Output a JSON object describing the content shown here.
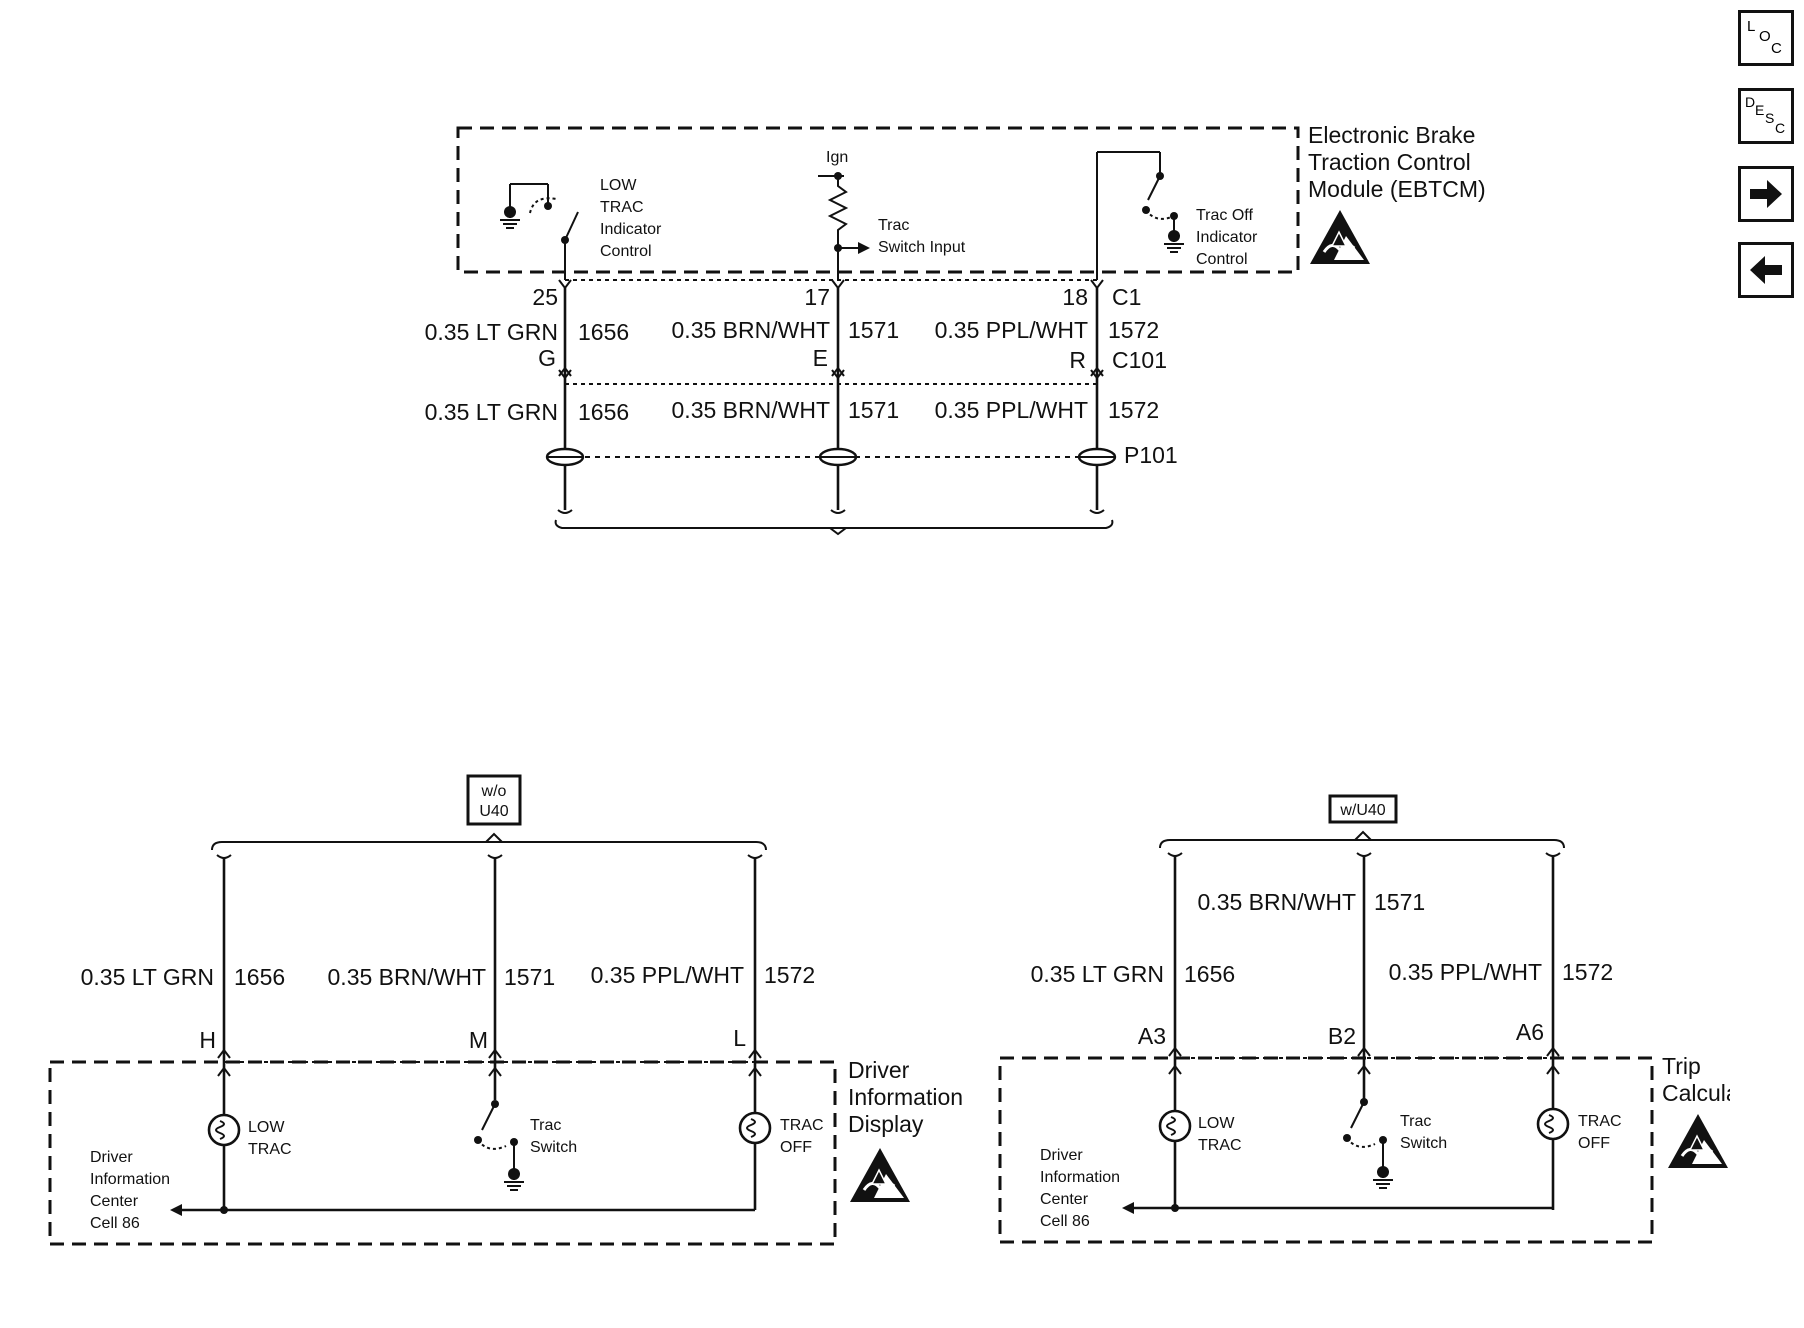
{
  "nav": {
    "loc_label": [
      "L",
      "O",
      "C"
    ],
    "desc_label": [
      "D",
      "E",
      "S",
      "C"
    ],
    "next_icon": "arrow-right-icon",
    "prev_icon": "arrow-left-icon"
  },
  "ebtcm": {
    "title": [
      "Electronic Brake",
      "Traction Control",
      "Module (EBTCM)"
    ],
    "ign": "Ign",
    "low_trac_ctrl": [
      "LOW",
      "TRAC",
      "Indicator",
      "Control"
    ],
    "trac_switch_input": [
      "Trac",
      "Switch Input"
    ],
    "trac_off_ctrl": [
      "Trac Off",
      "Indicator",
      "Control"
    ],
    "pins": [
      "25",
      "17",
      "18"
    ],
    "connector": "C1"
  },
  "wires_upper": [
    {
      "color": "0.35 LT GRN",
      "circuit": "1656"
    },
    {
      "color": "0.35 BRN/WHT",
      "circuit": "1571"
    },
    {
      "color": "0.35 PPL/WHT",
      "circuit": "1572"
    }
  ],
  "c101": {
    "pins": [
      "G",
      "E",
      "R"
    ],
    "name": "C101"
  },
  "wires_mid": [
    {
      "color": "0.35 LT GRN",
      "circuit": "1656"
    },
    {
      "color": "0.35 BRN/WHT",
      "circuit": "1571"
    },
    {
      "color": "0.35 PPL/WHT",
      "circuit": "1572"
    }
  ],
  "p101": "P101",
  "left_option": [
    "w/o",
    "U40"
  ],
  "right_option": "w/U40",
  "wires_left": [
    {
      "color": "0.35 LT GRN",
      "circuit": "1656"
    },
    {
      "color": "0.35 BRN/WHT",
      "circuit": "1571"
    },
    {
      "color": "0.35 PPL/WHT",
      "circuit": "1572"
    }
  ],
  "wires_right": [
    {
      "color": "0.35 LT GRN",
      "circuit": "1656"
    },
    {
      "color": "0.35 BRN/WHT",
      "circuit": "1571"
    },
    {
      "color": "0.35 PPL/WHT",
      "circuit": "1572"
    }
  ],
  "did": {
    "title": [
      "Driver",
      "Information",
      "Display"
    ],
    "pins": [
      "H",
      "M",
      "L"
    ],
    "low_trac": [
      "LOW",
      "TRAC"
    ],
    "trac_switch": [
      "Trac",
      "Switch"
    ],
    "trac_off": [
      "TRAC",
      "OFF"
    ],
    "dic": [
      "Driver",
      "Information",
      "Center",
      "Cell 86"
    ]
  },
  "trip": {
    "title": [
      "Trip",
      "Calculator"
    ],
    "pins": [
      "A3",
      "B2",
      "A6"
    ],
    "low_trac": [
      "LOW",
      "TRAC"
    ],
    "trac_switch": [
      "Trac",
      "Switch"
    ],
    "trac_off": [
      "TRAC",
      "OFF"
    ],
    "dic": [
      "Driver",
      "Information",
      "Center",
      "Cell 86"
    ]
  }
}
